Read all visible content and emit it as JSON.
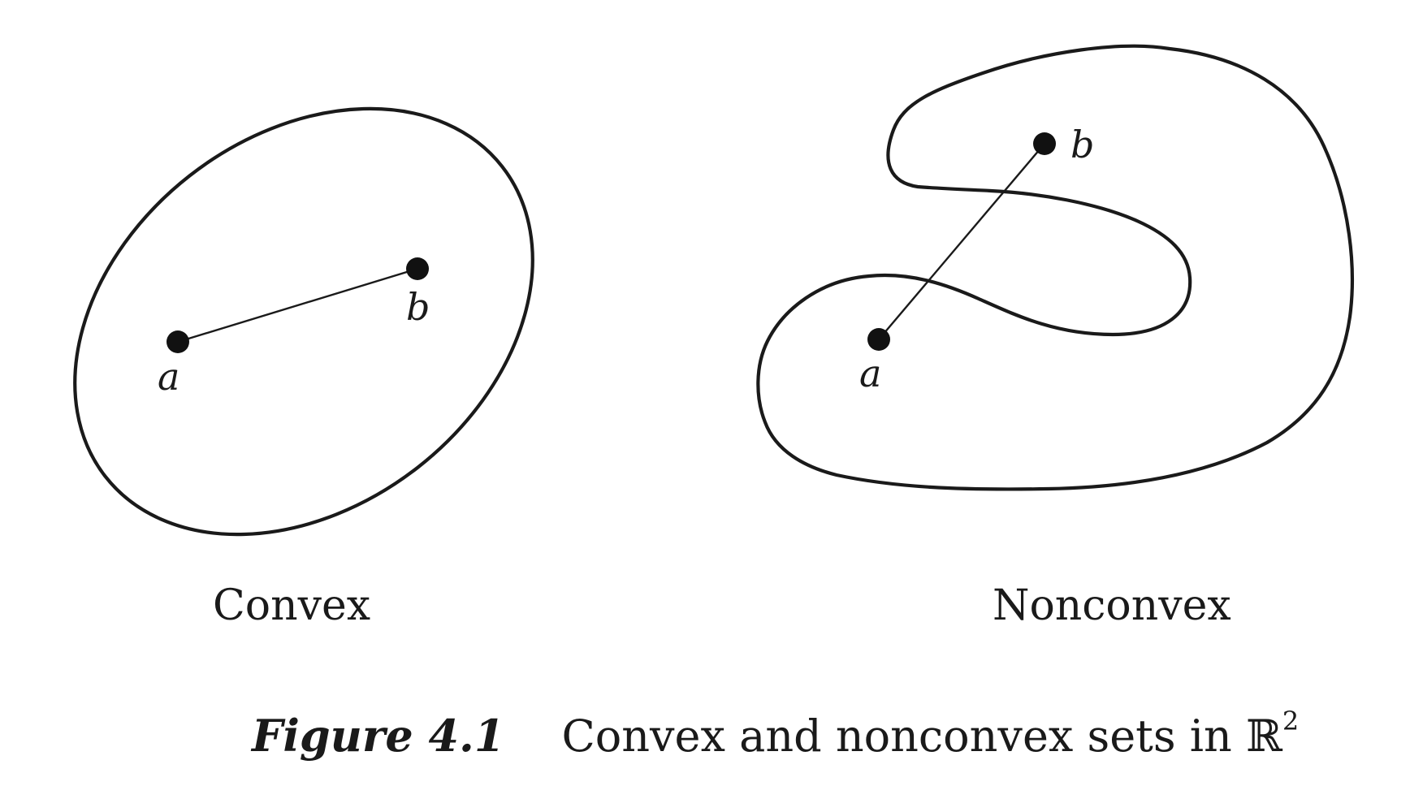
{
  "panels": {
    "convex": {
      "label": "Convex",
      "point_a": "a",
      "point_b": "b"
    },
    "nonconvex": {
      "label": "Nonconvex",
      "point_a": "a",
      "point_b": "b"
    }
  },
  "caption": {
    "number": "Figure 4.1",
    "text": "Convex and nonconvex sets in ℝ",
    "superscript": "2"
  }
}
